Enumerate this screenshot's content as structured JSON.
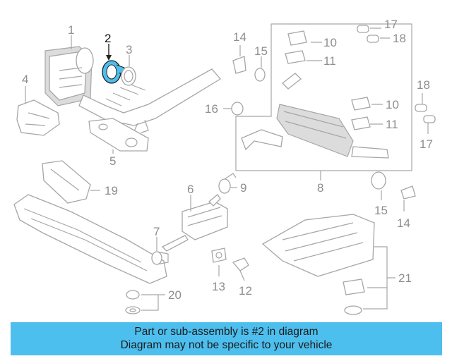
{
  "callouts": {
    "c1": "1",
    "c2": "2",
    "c3": "3",
    "c4": "4",
    "c5": "5",
    "c6": "6",
    "c7": "7",
    "c8": "8",
    "c9": "9",
    "c10a": "10",
    "c10b": "10",
    "c11a": "11",
    "c11b": "11",
    "c12": "12",
    "c13": "13",
    "c14a": "14",
    "c14b": "14",
    "c15a": "15",
    "c15b": "15",
    "c16": "16",
    "c17a": "17",
    "c17b": "17",
    "c18a": "18",
    "c18b": "18",
    "c19": "19",
    "c20": "20",
    "c21": "21"
  },
  "highlight": {
    "part": "2",
    "color": "#4dbfee"
  },
  "caption": {
    "line1": "Part or sub-assembly is #2 in diagram",
    "line2": "Diagram may not be specific to your vehicle"
  }
}
